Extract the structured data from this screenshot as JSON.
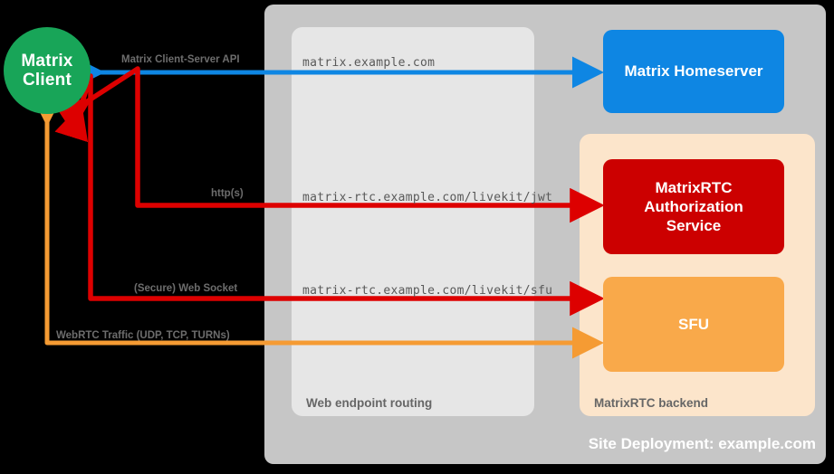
{
  "nodes": {
    "client": "Matrix\nClient",
    "client_line1": "Matrix",
    "client_line2": "Client",
    "homeserver": "Matrix Homeserver",
    "auth_service_line1": "MatrixRTC",
    "auth_service_line2": "Authorization",
    "auth_service_line3": "Service",
    "sfu": "SFU"
  },
  "containers": {
    "routing_caption": "Web endpoint routing",
    "rtc_caption": "MatrixRTC backend",
    "site_caption": "Site Deployment: example.com"
  },
  "endpoints": {
    "matrix": "matrix.example.com",
    "jwt": "matrix-rtc.example.com/livekit/jwt",
    "sfu": "matrix-rtc.example.com/livekit/sfu"
  },
  "protocols": {
    "client_server_api": "Matrix Client-Server API",
    "https": "http(s)",
    "websocket": "(Secure) Web Socket",
    "webrtc": "WebRTC Traffic (UDP, TCP, TURNs)"
  },
  "colors": {
    "client_green": "#18a558",
    "homeserver_blue": "#0e86e3",
    "auth_red": "#cc0000",
    "sfu_orange": "#f9a94a",
    "rtc_backend_bg": "#fce5cb",
    "routing_bg": "#e6e6e6",
    "site_bg": "#c6c6c6",
    "background": "#000000"
  }
}
